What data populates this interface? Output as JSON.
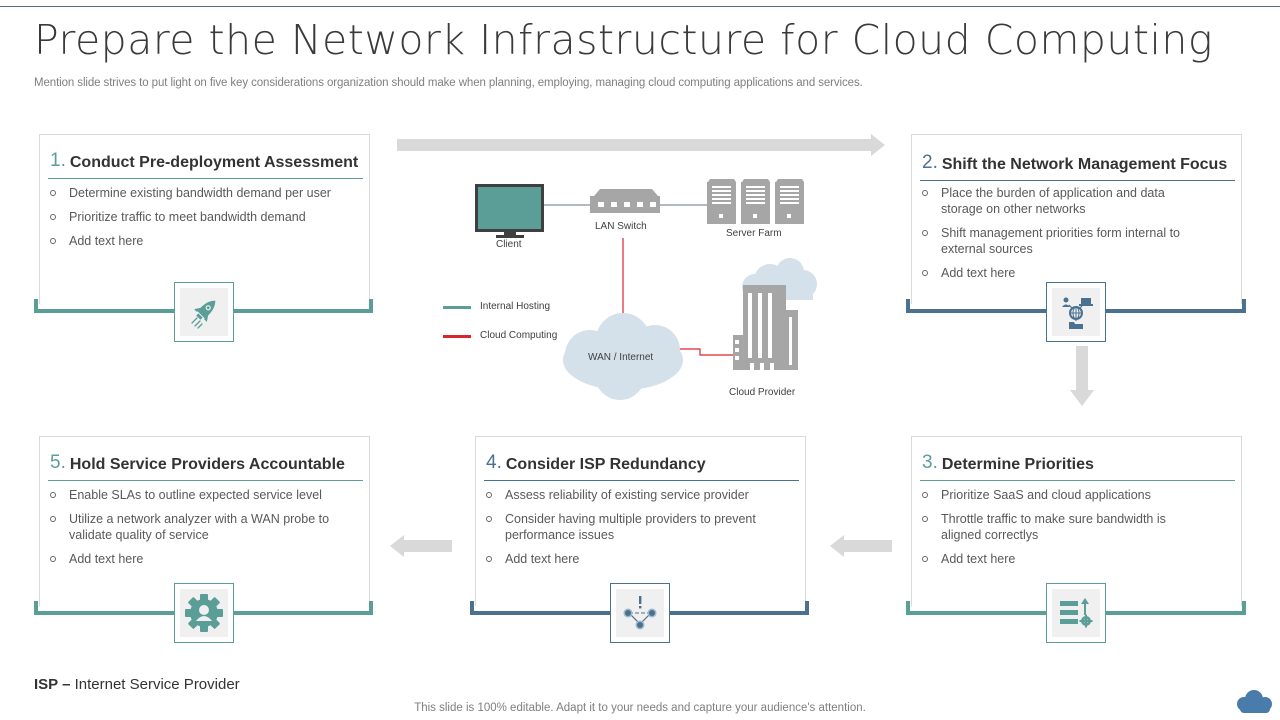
{
  "header": {
    "title": "Prepare the Network Infrastructure for Cloud Computing",
    "subtitle": "Mention slide strives to put light on five key considerations organization should make when planning, employing, managing cloud computing applications and services."
  },
  "colors": {
    "teal": "#5b9e98",
    "blue": "#4a7190",
    "arrow_gray": "#d9d9d9",
    "cloud_computing_red": "#d9262b",
    "client_screen": "#5b9e98",
    "device_gray": "#a6a6a6",
    "cloud_light": "#d4e0ea"
  },
  "cards": [
    {
      "number": "1.",
      "title": "Conduct Pre-deployment Assessment",
      "accent": "teal",
      "icon": "rocket-icon",
      "bullets": [
        "Determine existing bandwidth demand per user",
        "Prioritize traffic to meet bandwidth demand",
        "Add text here"
      ]
    },
    {
      "number": "2.",
      "title": "Shift the Network Management Focus",
      "accent": "blue",
      "icon": "network-globe-icon",
      "bullets": [
        "Place the burden of application and data storage on other networks",
        "Shift management priorities form internal to external sources",
        "Add text here"
      ]
    },
    {
      "number": "3.",
      "title": "Determine Priorities",
      "accent": "teal",
      "icon": "priority-list-icon",
      "bullets": [
        "Prioritize SaaS and cloud applications",
        "Throttle traffic to make sure bandwidth is aligned correctlys",
        "Add text here"
      ]
    },
    {
      "number": "4.",
      "title": "Consider ISP Redundancy",
      "accent": "blue",
      "icon": "redundancy-network-icon",
      "bullets": [
        "Assess reliability of existing service provider",
        "Consider having multiple providers to prevent performance issues",
        "Add text here"
      ]
    },
    {
      "number": "5.",
      "title": "Hold Service Providers Accountable",
      "accent": "teal",
      "icon": "user-gear-icon",
      "bullets": [
        "Enable SLAs to outline expected service level",
        "Utilize a network analyzer with a WAN probe to validate quality of service",
        "Add text here"
      ]
    }
  ],
  "diagram": {
    "nodes": {
      "client": "Client",
      "lan_switch": "LAN Switch",
      "server_farm": "Server Farm",
      "wan": "WAN / Internet",
      "cloud_provider": "Cloud Provider"
    },
    "legend": [
      {
        "label": "Internal Hosting",
        "color": "#5b9e98"
      },
      {
        "label": "Cloud Computing",
        "color": "#d9262b"
      }
    ]
  },
  "footer": {
    "abbr": "ISP –",
    "abbr_meaning": " Internet Service Provider",
    "note": "This slide is 100% editable. Adapt it to your needs and capture your audience's attention."
  }
}
